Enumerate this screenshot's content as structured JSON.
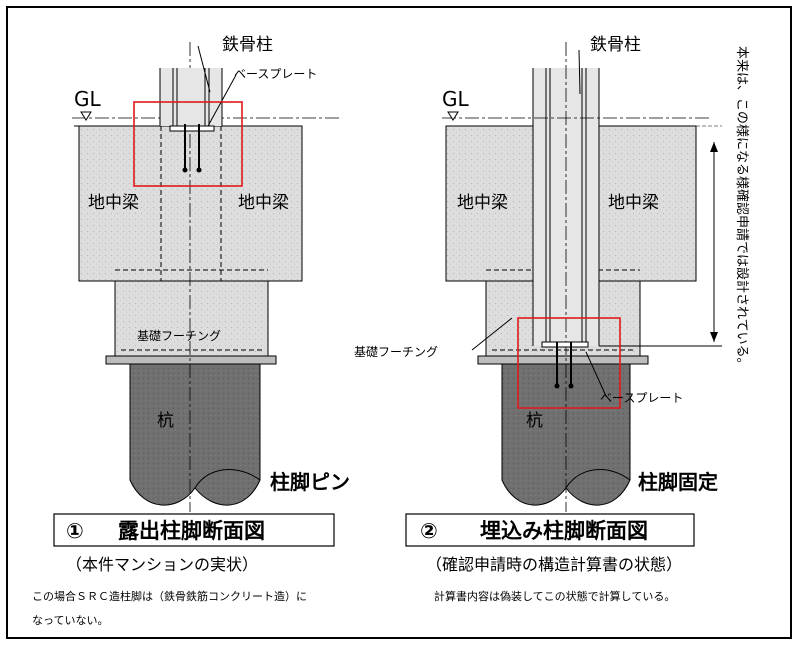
{
  "left": {
    "column_label": "鉄骨柱",
    "base_plate_label": "ベースプレート",
    "gl_label": "GL",
    "beam_left_label": "地中梁",
    "beam_right_label": "地中梁",
    "footing_label": "基礎フーチング",
    "pile_label": "杭",
    "type_label": "柱脚ピン",
    "caption_number": "①",
    "caption": "露出柱脚断面図",
    "subcaption": "（本件マンションの実状）",
    "note_line1": "この場合ＳＲＣ造柱脚は（鉄骨鉄筋コンクリート造）に",
    "note_line2": "なっていない。"
  },
  "right": {
    "column_label": "鉄骨柱",
    "base_plate_label": "ベースプレート",
    "gl_label": "GL",
    "beam_left_label": "地中梁",
    "beam_right_label": "地中梁",
    "footing_label": "基礎フーチング",
    "pile_label": "杭",
    "type_label": "柱脚固定",
    "caption_number": "②",
    "caption": "埋込み柱脚断面図",
    "subcaption": "（確認申請時の構造計算書の状態）",
    "note_line1": "計算書内容は偽装してこの状態で計算している。",
    "vertical_note": "本来は、この様になる様確認申請では設計されている。"
  },
  "colors": {
    "concrete": "#dcdcdc",
    "pile": "#6e6e6e",
    "highlight": "#e0191b",
    "line": "#000000"
  }
}
